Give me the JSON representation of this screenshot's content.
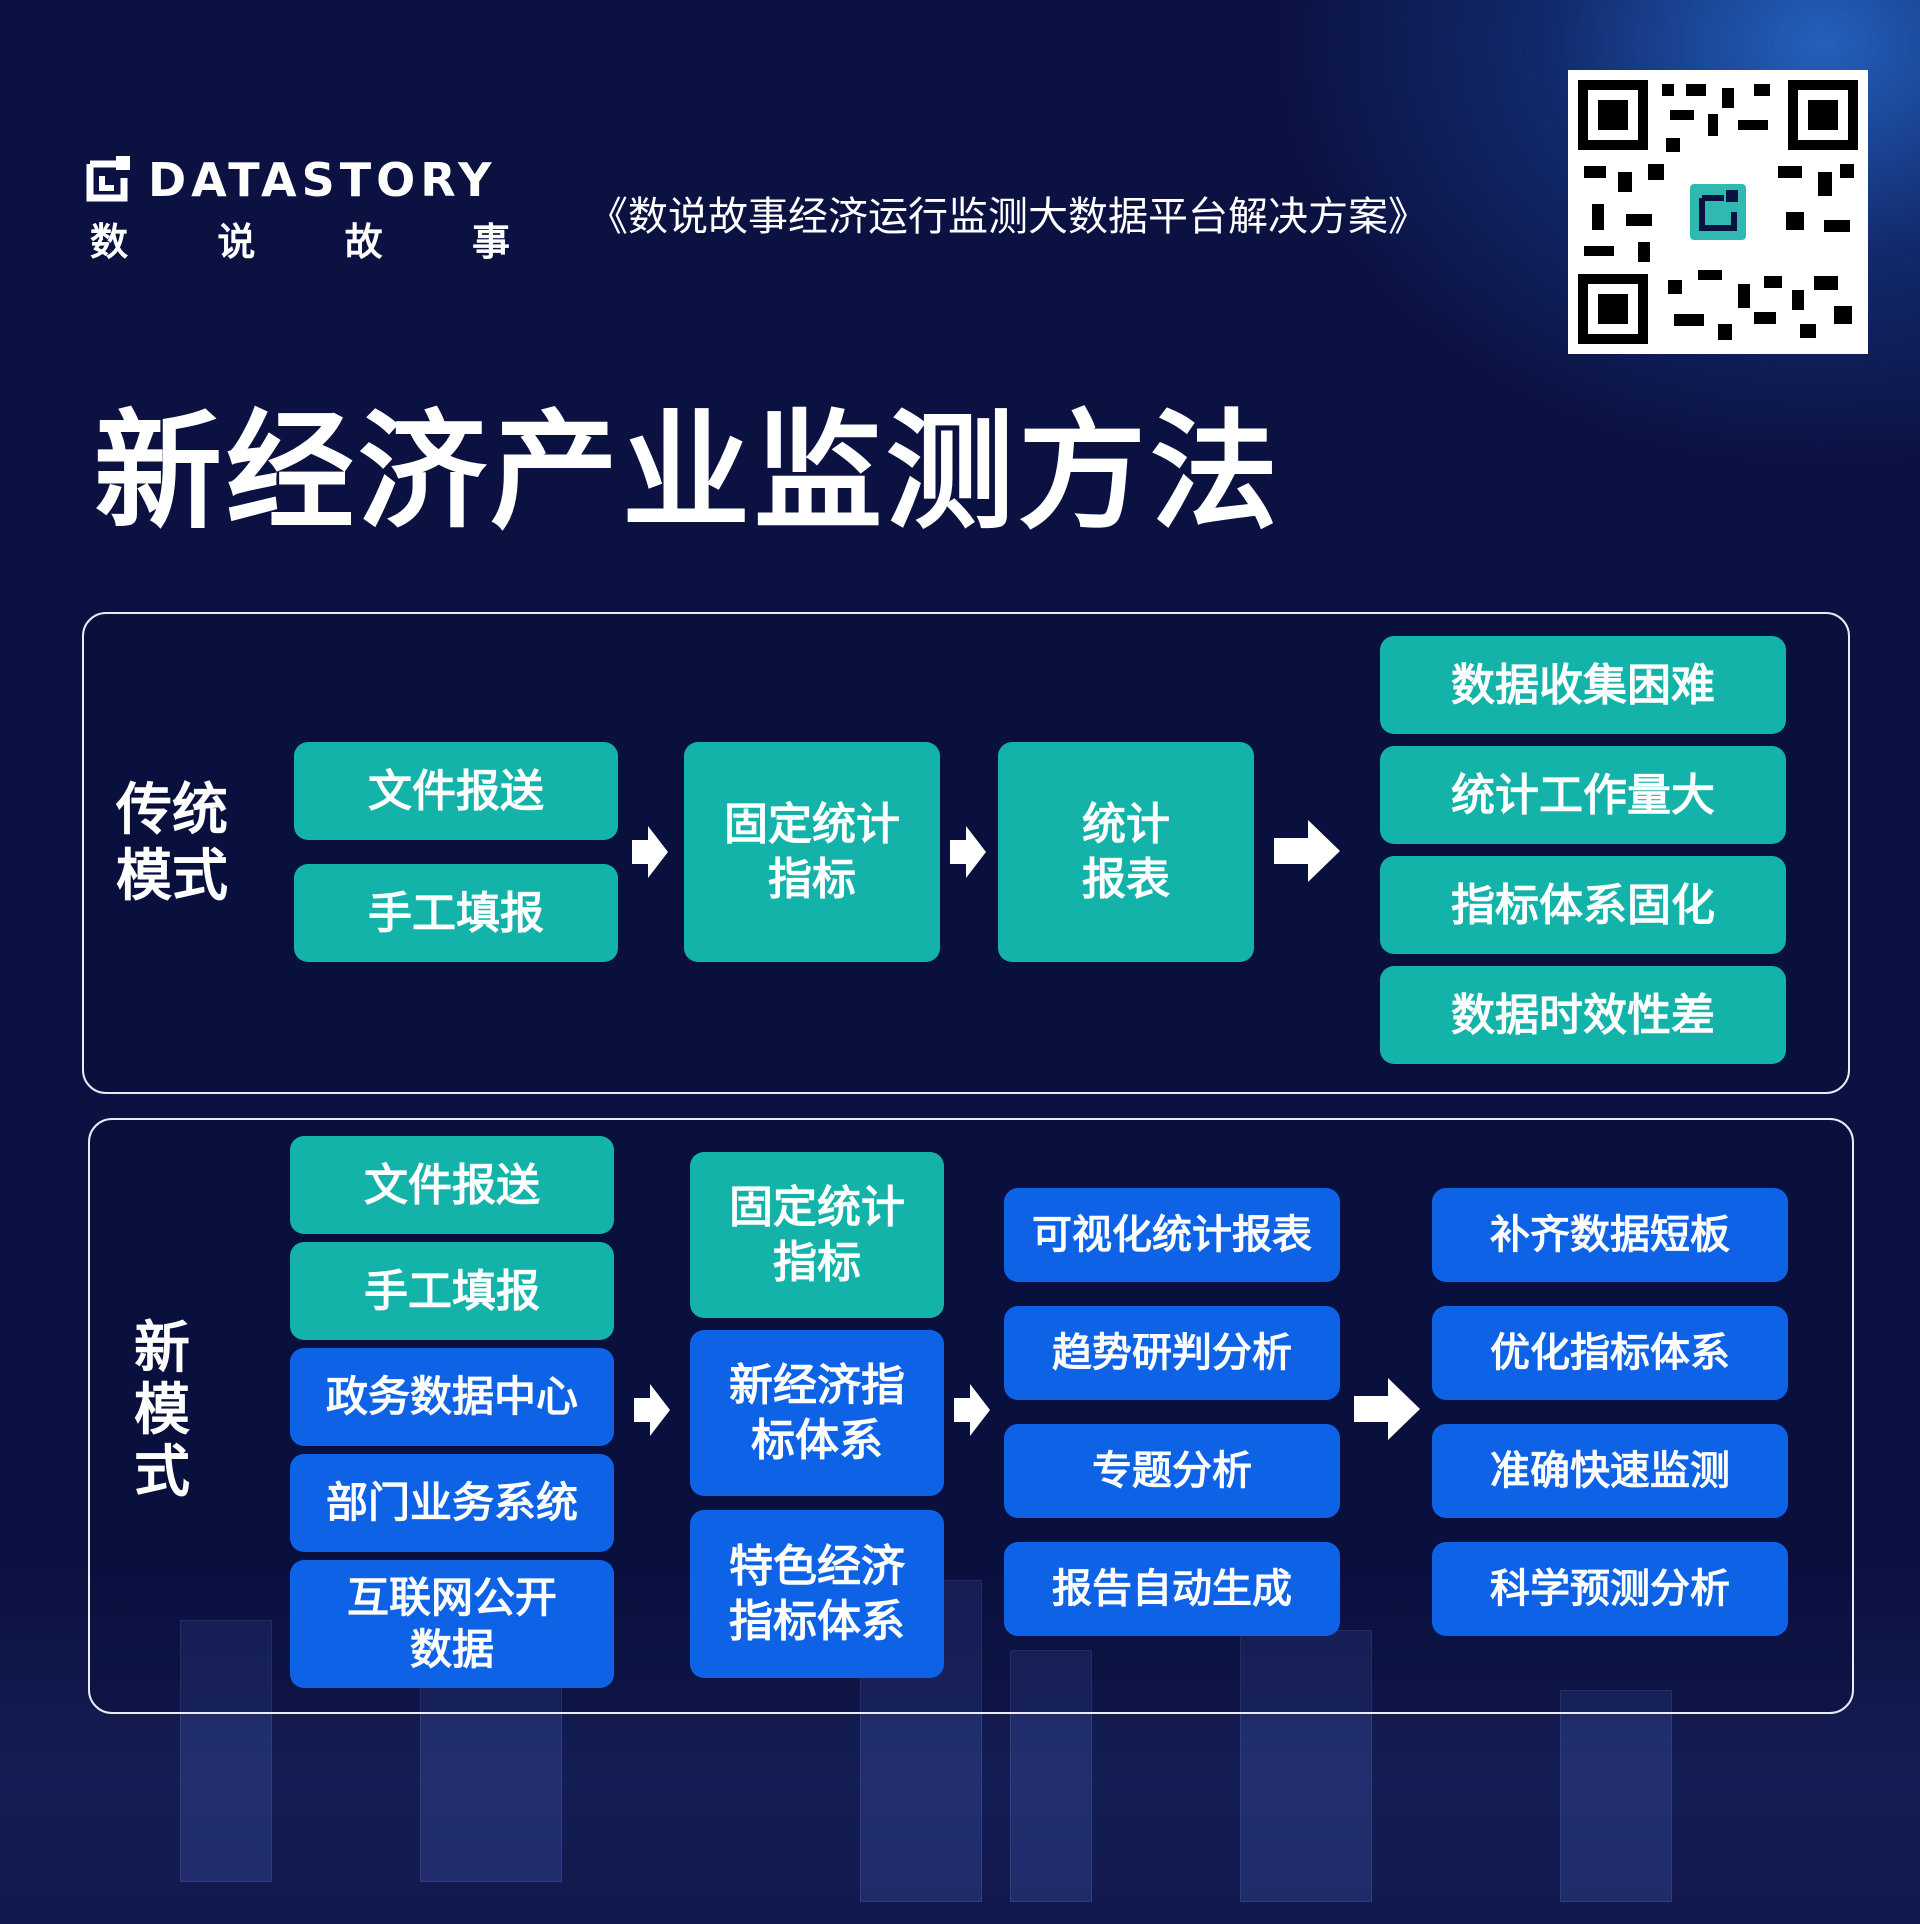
{
  "header": {
    "brand_en": "DATASTORY",
    "brand_cn": [
      "数",
      "说",
      "故",
      "事"
    ],
    "doc_title": "《数说故事经济运行监测大数据平台解决方案》"
  },
  "page_title": "新经济产业监测方法",
  "traditional": {
    "label_lines": [
      "传统",
      "模式"
    ],
    "inputs": [
      "文件报送",
      "手工填报"
    ],
    "indicator_lines": [
      "固定统计",
      "指标"
    ],
    "report_lines": [
      "统计",
      "报表"
    ],
    "problems": [
      "数据收集困难",
      "统计工作量大",
      "指标体系固化",
      "数据时效性差"
    ]
  },
  "new_mode": {
    "label_lines": [
      "新",
      "模",
      "式"
    ],
    "sources": [
      "文件报送",
      "手工填报",
      "政务数据中心",
      "部门业务系统"
    ],
    "source_internet_lines": [
      "互联网公开",
      "数据"
    ],
    "indicators": [
      {
        "lines": [
          "固定统计",
          "指标"
        ]
      },
      {
        "lines": [
          "新经济指",
          "标体系"
        ]
      },
      {
        "lines": [
          "特色经济",
          "指标体系"
        ]
      }
    ],
    "analyses": [
      "可视化统计报表",
      "趋势研判分析",
      "专题分析",
      "报告自动生成"
    ],
    "outcomes": [
      "补齐数据短板",
      "优化指标体系",
      "准确快速监测",
      "科学预测分析"
    ]
  },
  "colors": {
    "background": "#0b1140",
    "teal": "#13b3a9",
    "blue": "#0d62e6",
    "border": "#e8ecf8"
  },
  "icons": {
    "logo": "datastory-logo-icon",
    "qr": "qr-code-icon",
    "arrow": "right-arrow-icon"
  }
}
